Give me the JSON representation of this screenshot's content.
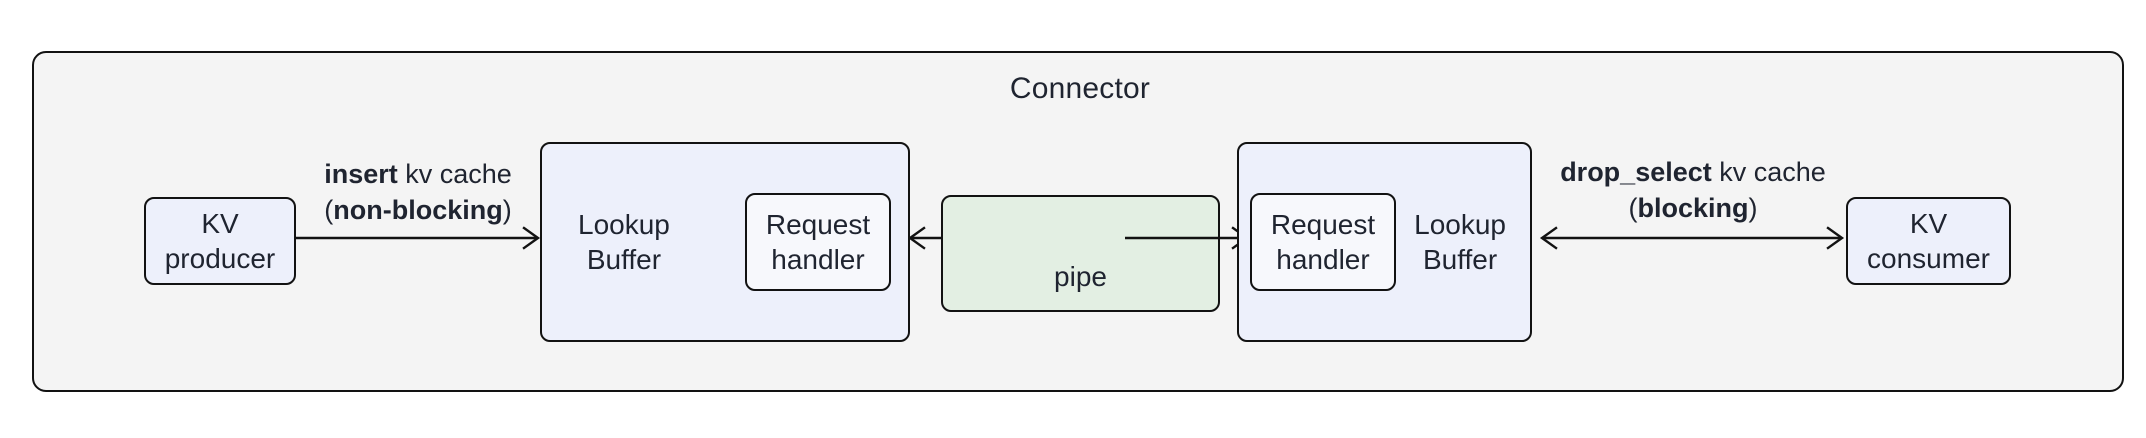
{
  "diagram": {
    "title": "Connector",
    "nodes": {
      "kv_producer": "KV\nproducer",
      "lookup_buffer_left": "Lookup\nBuffer",
      "request_handler_left": "Request\nhandler",
      "pipe": "pipe",
      "request_handler_right": "Request\nhandler",
      "lookup_buffer_right": "Lookup\nBuffer",
      "kv_consumer": "KV\nconsumer"
    },
    "edges": {
      "insert": {
        "op": "insert",
        "object": " kv cache",
        "mode_open": "(",
        "mode": "non-blocking",
        "mode_close": ")",
        "direction": "right"
      },
      "pipe_to_left": {
        "direction": "left"
      },
      "pipe_to_right": {
        "direction": "right"
      },
      "drop_select": {
        "op": "drop_select",
        "object": " kv cache",
        "mode_open": "(",
        "mode": "blocking",
        "mode_close": ")",
        "direction": "both"
      }
    },
    "colors": {
      "frame_fill": "#f4f4f4",
      "stroke": "#121212",
      "blue_fill": "#edf0fb",
      "white_fill": "#f7f8fc",
      "green_fill": "#e3efe3",
      "text": "#1f2430"
    }
  }
}
